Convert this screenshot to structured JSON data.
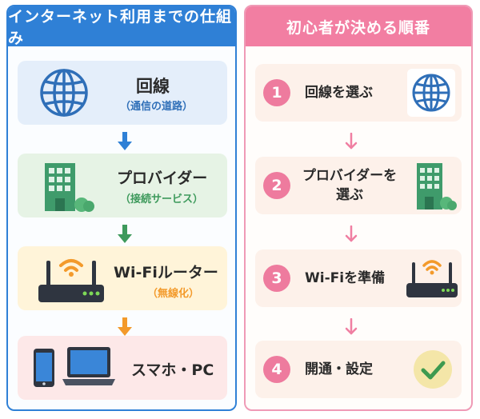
{
  "left": {
    "header": "インターネット利用までの仕組み",
    "cards": [
      {
        "title": "回線",
        "sub": "（通信の道路）"
      },
      {
        "title": "プロバイダー",
        "sub": "（接続サービス）"
      },
      {
        "title": "Wi-Fiルーター",
        "sub": "（無線化）"
      },
      {
        "title": "スマホ・PC",
        "sub": ""
      }
    ]
  },
  "right": {
    "header": "初心者が決める順番",
    "steps": [
      {
        "num": "1",
        "title": "回線を選ぶ"
      },
      {
        "num": "2",
        "title_line1": "プロバイダーを",
        "title_line2": "選ぶ"
      },
      {
        "num": "3",
        "title": "Wi-Fiを準備"
      },
      {
        "num": "4",
        "title": "開通・設定"
      }
    ]
  },
  "colors": {
    "left_accent": "#2f80d6",
    "right_accent": "#f27ea2",
    "arrow_blue": "#2f80d6",
    "arrow_green": "#3e9a5c",
    "arrow_orange": "#f39a2b",
    "arrow_pink": "#f07fa2"
  },
  "icons": [
    "globe-icon",
    "building-icon",
    "router-icon",
    "smartphone-icon",
    "laptop-icon",
    "checkmark-icon"
  ]
}
